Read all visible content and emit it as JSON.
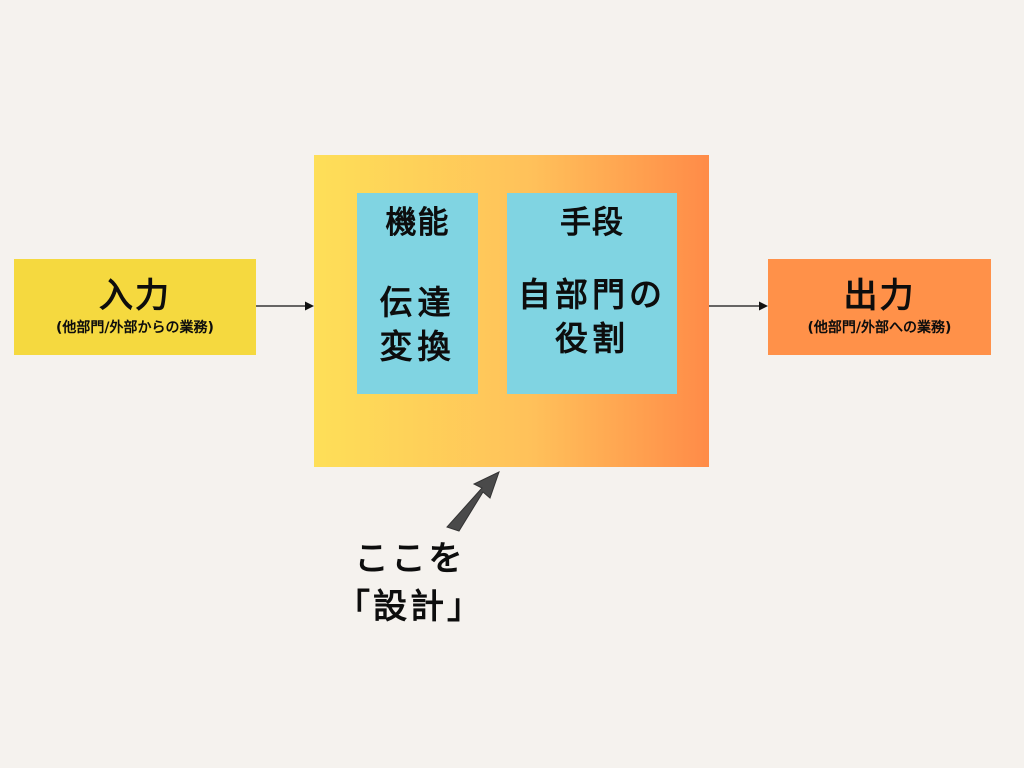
{
  "input": {
    "title": "入力",
    "subtitle": "(他部門/外部からの業務)"
  },
  "output": {
    "title": "出力",
    "subtitle": "(他部門/外部への業務)"
  },
  "system": {
    "function": {
      "title": "機能",
      "lines": [
        "伝達",
        "変換"
      ]
    },
    "means": {
      "title": "手段",
      "lines": [
        "自部門の",
        "役割"
      ]
    }
  },
  "annotation": {
    "lines": [
      "ここを",
      "「設計」"
    ]
  },
  "colors": {
    "background": "#f5f2ee",
    "input_fill": "#f5d93f",
    "output_fill": "#ff9149",
    "system_gradient_start": "#fedf58",
    "system_gradient_end": "#ff8b48",
    "inner_panel": "#80d4e2",
    "pointer_arrow": "#4a4a4a"
  },
  "icons": {
    "pointer": "arrow-up-right-icon"
  }
}
